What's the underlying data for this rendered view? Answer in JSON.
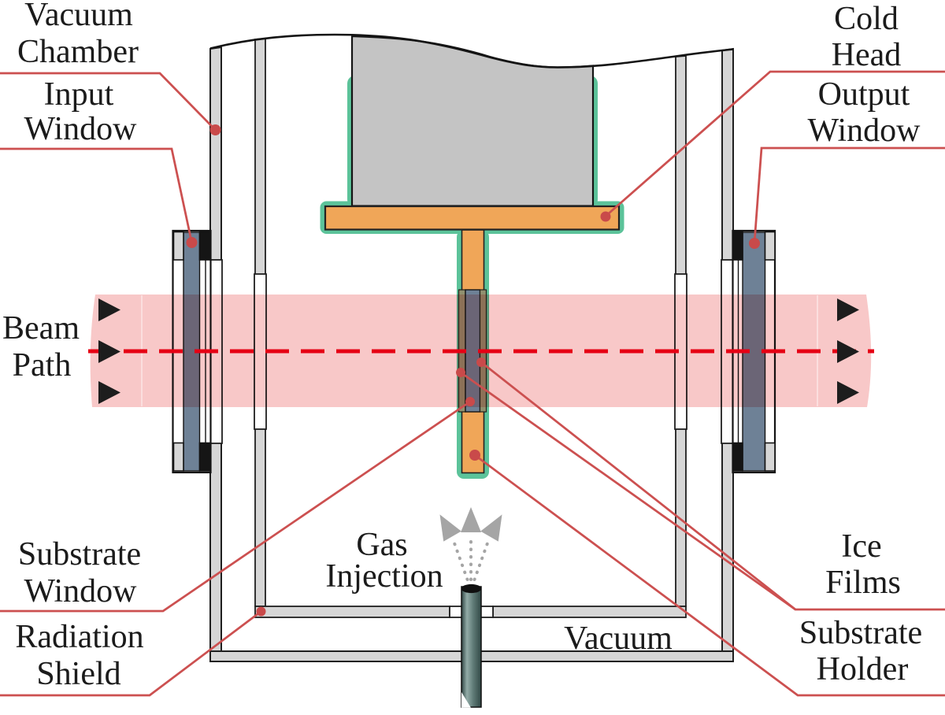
{
  "figure": {
    "type": "cryogenic vacuum chamber ice-film deposition schematic",
    "labels": {
      "vacuum_chamber": {
        "l1": "Vacuum",
        "l2": "Chamber"
      },
      "input_window": {
        "l1": "Input",
        "l2": "Window"
      },
      "cold_head": {
        "l1": "Cold",
        "l2": "Head"
      },
      "output_window": {
        "l1": "Output",
        "l2": "Window"
      },
      "beam_path": {
        "l1": "Beam",
        "l2": "Path"
      },
      "substrate_window": {
        "l1": "Substrate",
        "l2": "Window"
      },
      "radiation_shield": {
        "l1": "Radiation",
        "l2": "Shield"
      },
      "ice_films": {
        "l1": "Ice",
        "l2": "Films"
      },
      "substrate_holder": {
        "l1": "Substrate",
        "l2": "Holder"
      },
      "gas_injection": {
        "l1": "Gas",
        "l2": "Injection"
      },
      "vacuum_region": {
        "l1": "Vacuum"
      }
    }
  },
  "colors": {
    "wall_gray": "#d6d6d6",
    "coldhead_gray": "#c4c4c4",
    "metal_orange": "#f0a658",
    "indium_green": "#5cc39a",
    "window_slate": "#6e8196",
    "ice_olive": "#90906f",
    "beam_pink": "#f8c8c8",
    "beam_dash_red": "#e60014",
    "leader_red": "#cc5050",
    "dot_red": "#c94a4a",
    "tube_teal_dark": "#314946",
    "tube_teal_light": "#93aca8",
    "spray_gray": "#a5a5a5"
  }
}
